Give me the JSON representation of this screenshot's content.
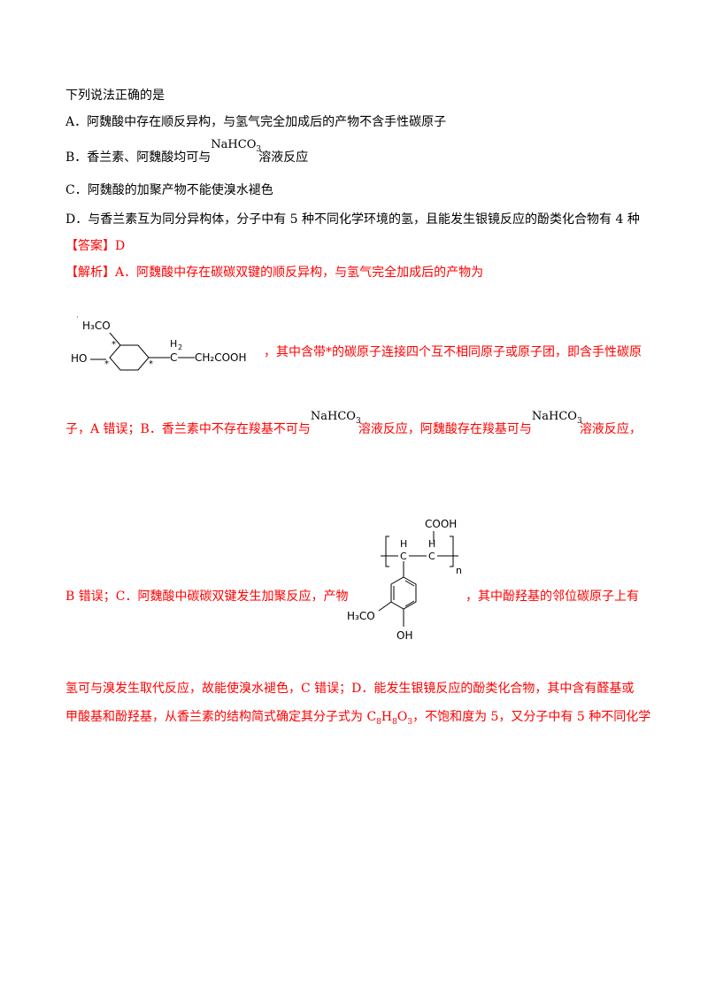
{
  "question": {
    "stem": "下列说法正确的是",
    "optA": "A．阿魏酸中存在顺反异构，与氢气完全加成后的产物不含手性碳原子",
    "optB_pre": "B．香兰素、阿魏酸均可与",
    "optB_post": "溶液反应",
    "optC": "C．阿魏酸的加聚产物不能使溴水褪色",
    "optD": "D．与香兰素互为同分异构体，分子中有 5 种不同化学环境的氢，且能发生银镜反应的酚类化合物有 4 种"
  },
  "formula": {
    "main": "NaHCO",
    "sub": "3"
  },
  "answer": {
    "label": "【答案】D"
  },
  "analysis": {
    "line1": "【解析】A．阿魏酸中存在碳碳双键的顺反异构，与氢气完全加成后的产物为",
    "line2_post": "，其中含带*的碳原子连接四个互不相同原子或原子团，即含手性碳原",
    "line3_a": "子，A 错误；B．香兰素中不存在羧基不可与",
    "line3_b": "溶液反应，阿魏酸存在羧基可与",
    "line3_c": "溶液反应，",
    "line4_a": "B 错误；C．阿魏酸中碳碳双键发生加聚反应，产物",
    "line4_b": "，其中酚羟基的邻位碳原子上有",
    "line5": "氢可与溴发生取代反应，故能使溴水褪色，C 错误；D．能发生银镜反应的酚类化合物，其中含有醛基或",
    "line6_a": "甲酸基和酚羟基，从香兰素的结构简式确定其分子式为 C",
    "line6_s1": "8",
    "line6_b": "H",
    "line6_s2": "8",
    "line6_c": "O",
    "line6_s3": "3",
    "line6_d": "，不饱和度为 5，又分子中有 5 种不同化学"
  },
  "molecule1": {
    "methoxy": "H₃CO",
    "hydroxy": "HO",
    "star": "*",
    "ch": "C",
    "ch2_h": "H",
    "ch2_sub": "2",
    "cooh": "CH₂COOH"
  },
  "molecule2": {
    "cooh": "COOH",
    "h": "H",
    "c": "C",
    "n": "n",
    "methoxy": "H₃CO",
    "hydroxy": "OH"
  }
}
